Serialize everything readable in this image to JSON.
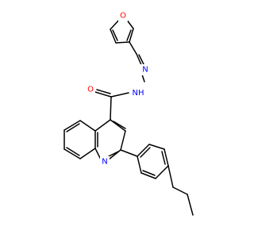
{
  "molecule": {
    "atoms": {
      "furan_oxygen": {
        "symbol": "O",
        "color": "#ff0000"
      },
      "carbonyl_oxygen": {
        "symbol": "O",
        "color": "#ff0000"
      },
      "hydrazone_n1": {
        "symbol": "N",
        "color": "#0000ff"
      },
      "amide_nh": {
        "symbol": "N",
        "hydrogen": "H",
        "color": "#0000ff"
      },
      "quinoline_n": {
        "symbol": "N",
        "color": "#0000ff"
      }
    }
  }
}
